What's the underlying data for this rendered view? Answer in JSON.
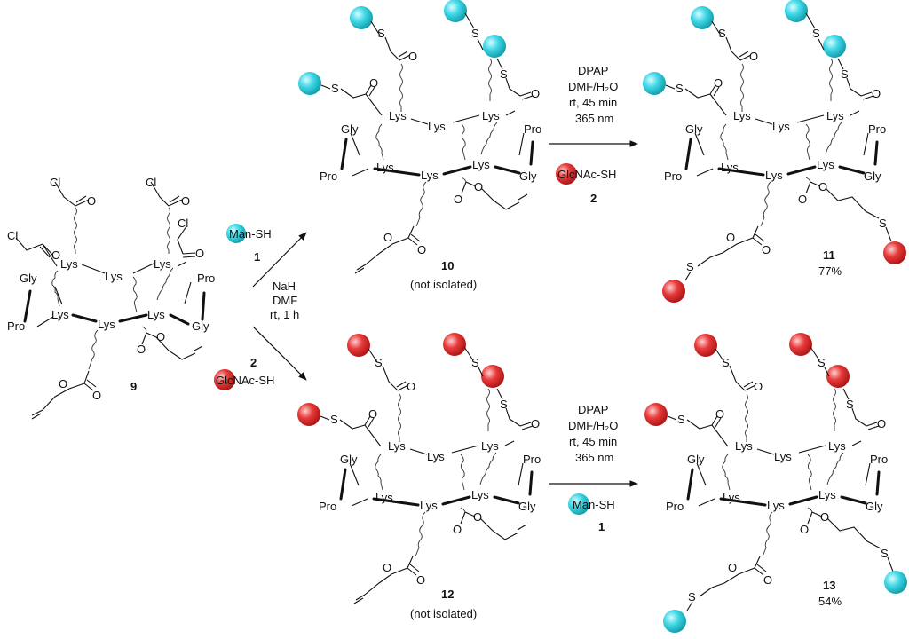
{
  "compounds": {
    "start": {
      "number": "9"
    },
    "c10": {
      "number": "10",
      "note": "(not isolated)"
    },
    "c11": {
      "number": "11",
      "yield": "77%"
    },
    "c12": {
      "number": "12",
      "note": "(not isolated)"
    },
    "c13": {
      "number": "13",
      "yield": "54%"
    }
  },
  "atoms": {
    "lys": "Lys",
    "gly": "Gly",
    "pro": "Pro",
    "cl": "Cl",
    "o": "O",
    "s": "S"
  },
  "reagents": {
    "man": {
      "label": "Man-SH",
      "number": "1",
      "color": "#3fd8e6"
    },
    "glcnac": {
      "label": "GlcNAc-SH",
      "number": "2",
      "color": "#e83a3a"
    }
  },
  "conditions": {
    "step1": [
      "NaH",
      "DMF",
      "rt, 1 h"
    ],
    "step2": [
      "DPAP",
      "DMF/H₂O",
      "rt, 45 min",
      "365 nm"
    ]
  }
}
